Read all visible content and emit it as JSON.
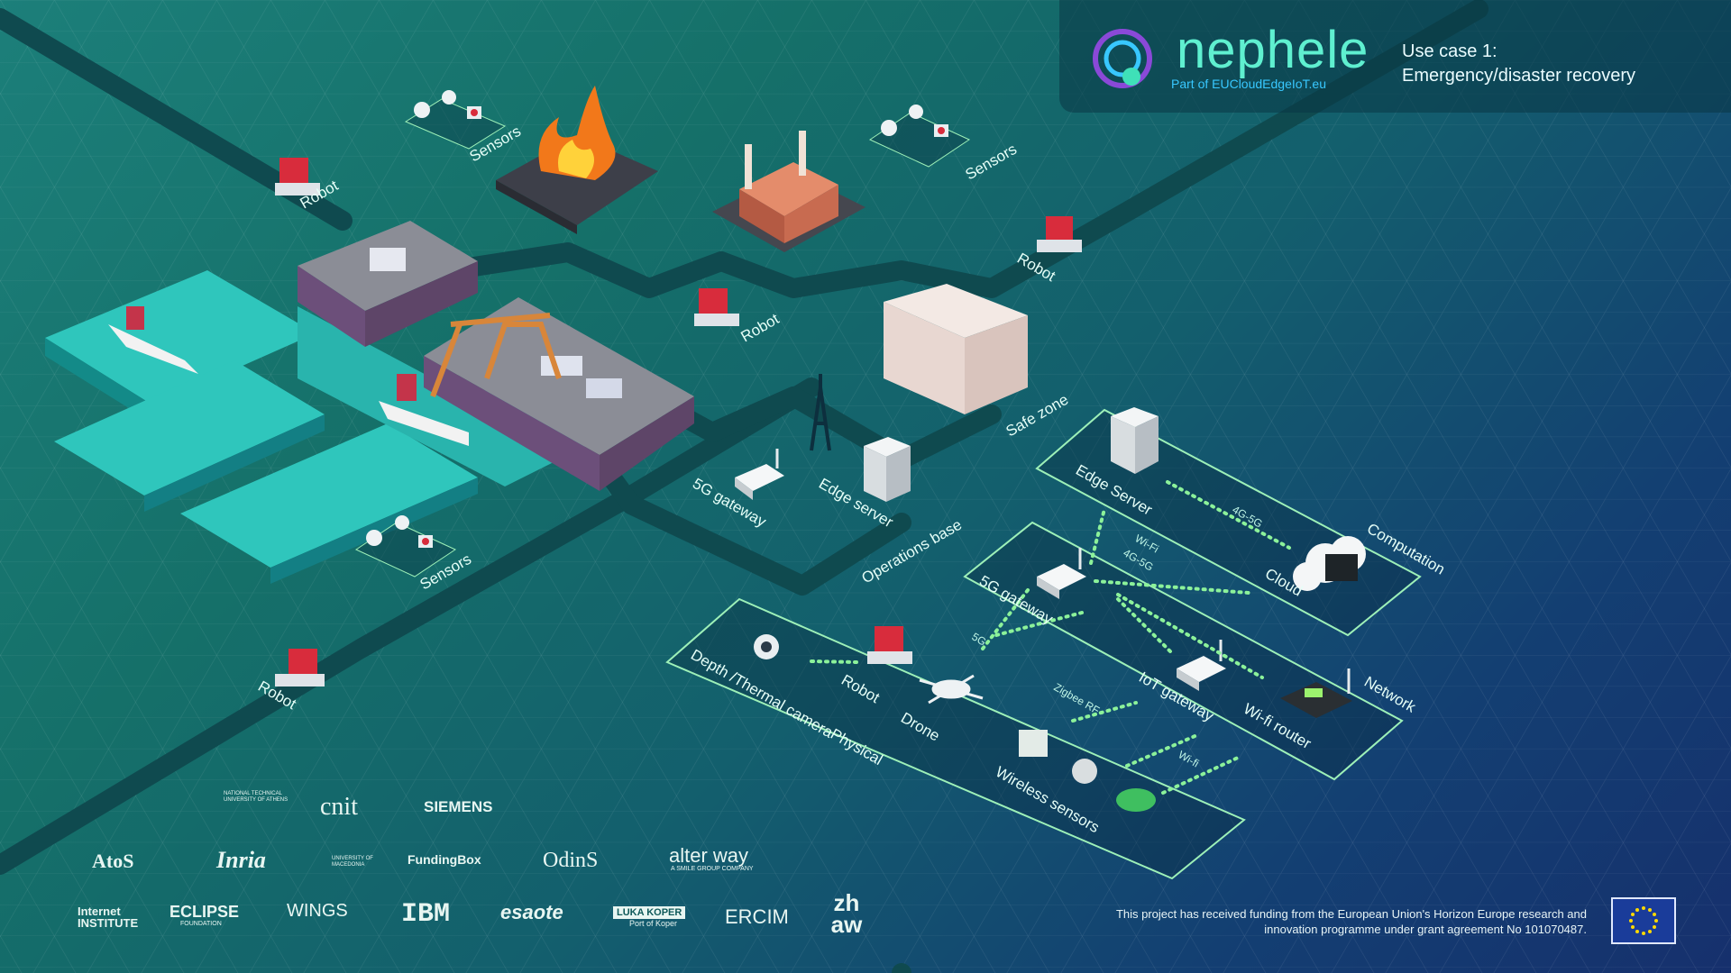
{
  "header": {
    "brand": "nephele",
    "subtitle": "Part of EUCloudEdgeIoT.eu",
    "usecase_line1": "Use case 1:",
    "usecase_line2": "Emergency/disaster recovery"
  },
  "labels": {
    "robot": "Robot",
    "sensors": "Sensors",
    "safe_zone": "Safe zone",
    "gateway_5g": "5G gateway",
    "edge_server_lower": "Edge server",
    "operations_base": "Operations base",
    "edge_server": "Edge Server",
    "cloud": "Cloud",
    "computation": "Computation",
    "network": "Network",
    "physical": "Physical",
    "iot_gateway": "IoT gateway",
    "wifi_router": "Wi-fi router",
    "depth_camera": "Depth /Thermal camera",
    "drone": "Drone",
    "wireless_sensors": "Wireless sensors"
  },
  "link_labels": {
    "g4_5g": "4G-5G",
    "wifi_4g5g_1": "Wi-Fi",
    "wifi_4g5g_2": "4G-5G",
    "fiveg": "5G",
    "zigbee": "Zigbee RF",
    "wifi": "Wi-fi"
  },
  "partners": {
    "row1": [
      "NATIONAL TECHNICAL UNIVERSITY OF ATHENS",
      "cnit",
      "SIEMENS"
    ],
    "row2": [
      "AtoS",
      "Inria",
      "UNIVERSITY OF MACEDONIA",
      "FundingBox",
      "OdinS",
      "alter way",
      "A SMILE GROUP COMPANY"
    ],
    "row3": [
      "Internet INSTITUTE",
      "ECLIPSE",
      "FOUNDATION",
      "WINGS",
      "IBM",
      "esaote",
      "LUKA KOPER",
      "Port of Koper",
      "ERCIM",
      "zh aw"
    ]
  },
  "funding": {
    "line1": "This project has received funding from the European Union's Horizon Europe research and",
    "line2": "innovation programme under grant agreement No 101070487."
  },
  "colors": {
    "accent": "#5ff0d0",
    "link": "#8cf29a",
    "panel_border": "#9df0b8"
  },
  "icons": [
    "robot-icon",
    "sensor-icon",
    "fire-icon",
    "factory-icon",
    "ship-icon",
    "crane-icon",
    "cell-tower-icon",
    "router-icon",
    "server-rack-icon",
    "cloud-icon",
    "drone-icon",
    "camera-icon",
    "eu-flag-icon"
  ]
}
